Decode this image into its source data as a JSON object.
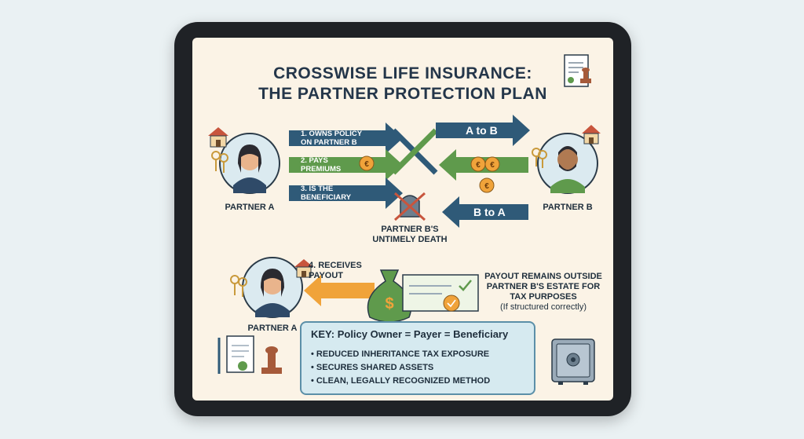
{
  "title": {
    "line1": "CROSSWISE LIFE INSURANCE:",
    "line2": "THE PARTNER PROTECTION PLAN"
  },
  "partners": {
    "a_top": "PARTNER A",
    "b": "PARTNER B",
    "a_bottom": "PARTNER A"
  },
  "steps": {
    "s1_line1": "1. OWNS POLICY",
    "s1_line2": "ON PARTNER B",
    "s2_line1": "2. PAYS",
    "s2_line2": "PREMIUMS",
    "s3_line1": "3. IS THE",
    "s3_line2": "BENEFICIARY",
    "s4_line1": "4. RECEIVES",
    "s4_line2": "PAYOUT"
  },
  "right_arrows": {
    "a_to_b": "A to B",
    "b_to_a": "B to A"
  },
  "death": {
    "line1": "PARTNER B'S",
    "line2": "UNTIMELY DEATH"
  },
  "payout_note": {
    "line1": "PAYOUT REMAINS OUTSIDE",
    "line2": "PARTNER B'S ESTATE FOR",
    "line3": "TAX PURPOSES",
    "line4": "(If structured correctly)"
  },
  "key": {
    "title": "KEY: Policy Owner = Payer = Beneficiary",
    "items": [
      "• REDUCED INHERITANCE TAX EXPOSURE",
      "• SECURES SHARED ASSETS",
      "• CLEAN, LEGALLY RECOGNIZED METHOD"
    ]
  },
  "colors": {
    "navy": "#2f5a78",
    "green": "#5f9a4c",
    "orange": "#f0a33a",
    "red": "#c8553d"
  },
  "icons": [
    "house-icon",
    "keys-icon",
    "euro-coin-icon",
    "money-bag-icon",
    "cheque-icon",
    "document-stamp-icon",
    "safe-icon",
    "headstone-icon"
  ]
}
